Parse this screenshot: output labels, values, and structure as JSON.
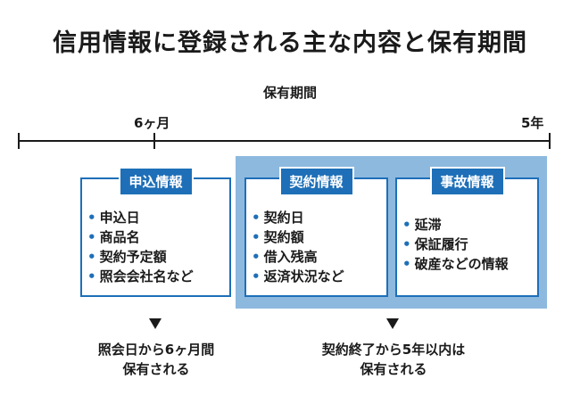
{
  "title": "信用情報に登録される主な内容と保有期間",
  "timeline": {
    "period_label": "保有期間",
    "mark_6m": "6ヶ月",
    "mark_5y": "5年"
  },
  "boxes": {
    "application": {
      "title": "申込情報",
      "items": [
        "申込日",
        "商品名",
        "契約予定額",
        "照会会社名など"
      ]
    },
    "contract": {
      "title": "契約情報",
      "items": [
        "契約日",
        "契約額",
        "借入残高",
        "返済状況など"
      ]
    },
    "accident": {
      "title": "事故情報",
      "items": [
        "延滞",
        "保証履行",
        "破産などの情報"
      ]
    }
  },
  "notes": {
    "left": [
      "照会日から6ヶ月間",
      "保有される"
    ],
    "right": [
      "契約終了から5年以内は",
      "保有される"
    ]
  },
  "colors": {
    "accent": "#1e6fb8",
    "band": "#8db9df",
    "text": "#1a1a1a"
  }
}
